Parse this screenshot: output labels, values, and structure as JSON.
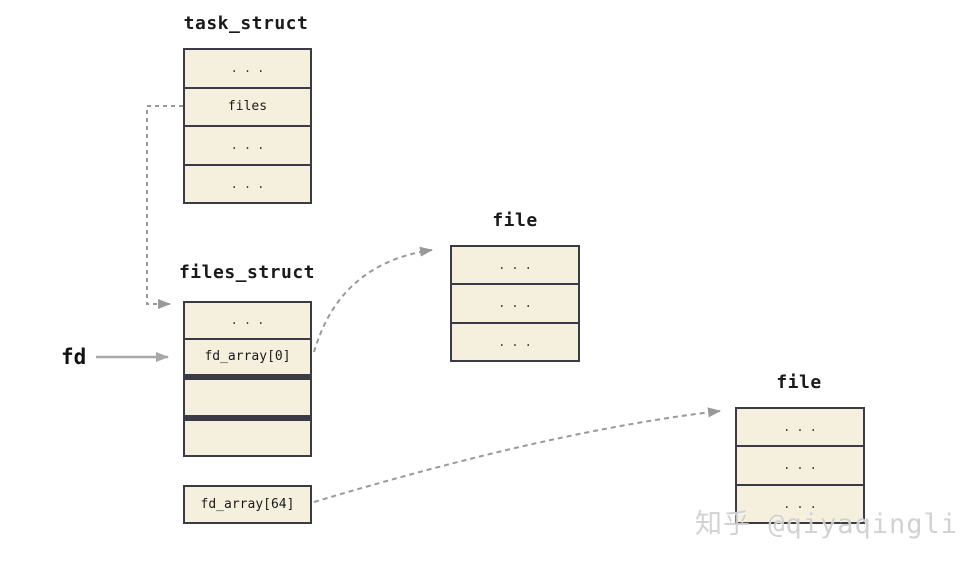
{
  "diagram": {
    "colors": {
      "background": "#ffffff",
      "box_fill": "#f4f0dd",
      "box_border": "#3b3b47",
      "dashed_connector": "#999999",
      "solid_arrow": "#a8a8a8",
      "text": "#1a1a1a",
      "watermark_text": "#cfcfcf"
    },
    "fd_label": "fd",
    "task_struct": {
      "title": "task_struct",
      "rows": [
        "...",
        "files",
        "...",
        "..."
      ]
    },
    "files_struct": {
      "title": "files_struct",
      "rows": [
        "...",
        "fd_array[0]",
        "",
        ""
      ]
    },
    "file1": {
      "title": "file",
      "rows": [
        "...",
        "...",
        "..."
      ]
    },
    "file2": {
      "title": "file",
      "rows": [
        "...",
        "...",
        "..."
      ]
    },
    "fd_array64": {
      "label": "fd_array[64]"
    },
    "watermark": "知乎 @qiyaqingli"
  }
}
